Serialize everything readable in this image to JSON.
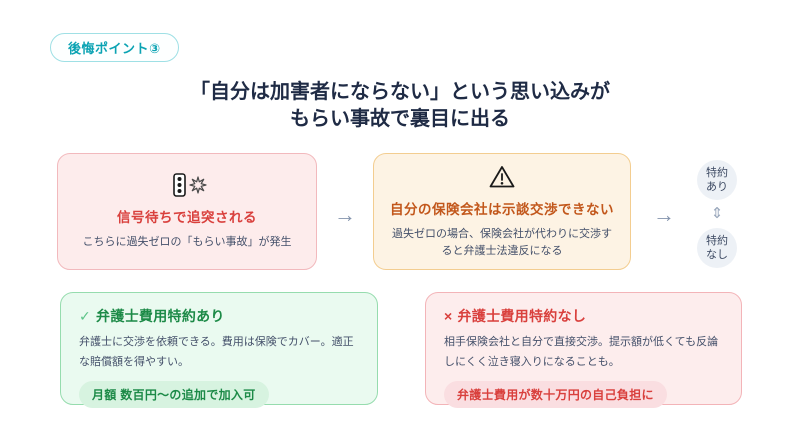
{
  "badge": {
    "label": "後悔ポイント③"
  },
  "title": {
    "line1": "「自分は加害者にならない」という思い込みが",
    "line2": "もらい事故で裏目に出る"
  },
  "flow": {
    "arrow_right": "→",
    "incident": {
      "icon": "traffic-light-collision-icon",
      "title": "信号待ちで追突される",
      "description": "こちらに過失ゼロの「もらい事故」が発生"
    },
    "problem": {
      "icon": "warning-icon",
      "title": "自分の保険会社は示談交渉できない",
      "description": "過失ゼロの場合、保険会社が代わりに交渉すると弁護士法違反になる"
    },
    "branch": {
      "with_rider": {
        "line1": "特約",
        "line2": "あり"
      },
      "updown_arrow": "⇕",
      "without_rider": {
        "line1": "特約",
        "line2": "なし"
      }
    }
  },
  "cards": {
    "with_rider": {
      "mark": "✓",
      "title": "弁護士費用特約あり",
      "body": "弁護士に交渉を依頼できる。費用は保険でカバー。適正な賠償額を得やすい。",
      "badge": "月額 数百円〜の追加で加入可"
    },
    "without_rider": {
      "mark": "×",
      "title": "弁護士費用特約なし",
      "body": "相手保険会社と自分で直接交渉。提示額が低くても反論しにくく泣き寝入りになることも。",
      "badge": "弁護士費用が数十万円の自己負担に"
    }
  },
  "colors": {
    "accent_teal": "#0ba3b3",
    "title_navy": "#1f2b45",
    "body_navy": "#44506a",
    "alert_red": "#d9403d",
    "alert_orange": "#c2571b",
    "success_green": "#1c8a47",
    "arrow_gray": "#8494ad",
    "incident_bg": "#fdecec",
    "problem_bg": "#fdf3e4",
    "green_card_bg": "#eafaf0",
    "red_card_bg": "#fdeded",
    "circle_bg": "#edf1f6"
  }
}
